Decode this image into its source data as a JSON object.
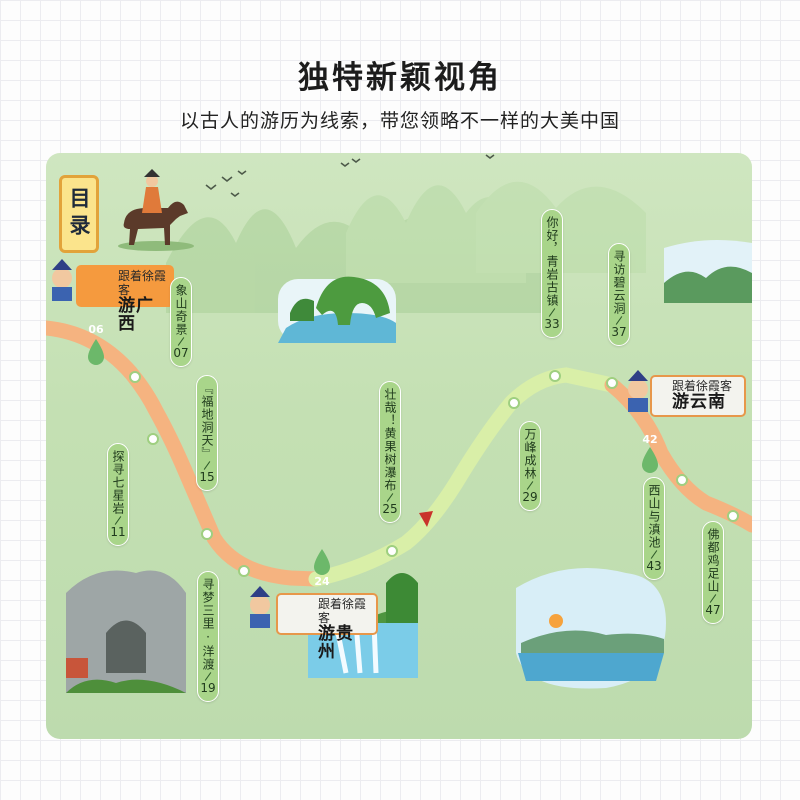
{
  "header": {
    "title": "独特新颖视角",
    "subtitle": "以古人的游历为线索，带您领略不一样的大美中国"
  },
  "toc_badge": "目录",
  "routes": [
    {
      "top": "跟着徐霞客",
      "main": "游广西"
    },
    {
      "top": "跟着徐霞客",
      "main": "游贵州"
    },
    {
      "top": "跟着徐霞客",
      "main": "游云南"
    }
  ],
  "stops": [
    {
      "title": "象山奇景",
      "page": "07"
    },
    {
      "title": "探寻七星岩",
      "page": "11"
    },
    {
      "title": "『福地洞天』",
      "page": "15"
    },
    {
      "title": "寻梦三里·洋渡",
      "page": "19"
    },
    {
      "title": "壮哉！黄果树瀑布",
      "page": "25"
    },
    {
      "title": "万峰成林",
      "page": "29"
    },
    {
      "title": "你好，青岩古镇",
      "page": "33"
    },
    {
      "title": "寻访碧云洞",
      "page": "37"
    },
    {
      "title": "西山与滇池",
      "page": "43"
    },
    {
      "title": "佛都鸡足山",
      "page": "47"
    }
  ],
  "markers": [
    "06",
    "24",
    "42"
  ],
  "colors": {
    "route_orange": "#f5b380",
    "route_green": "#d9efa8",
    "label_green": "#a9d58a",
    "marker_green": "#6cb86a",
    "badge_orange": "#f59a3e"
  }
}
